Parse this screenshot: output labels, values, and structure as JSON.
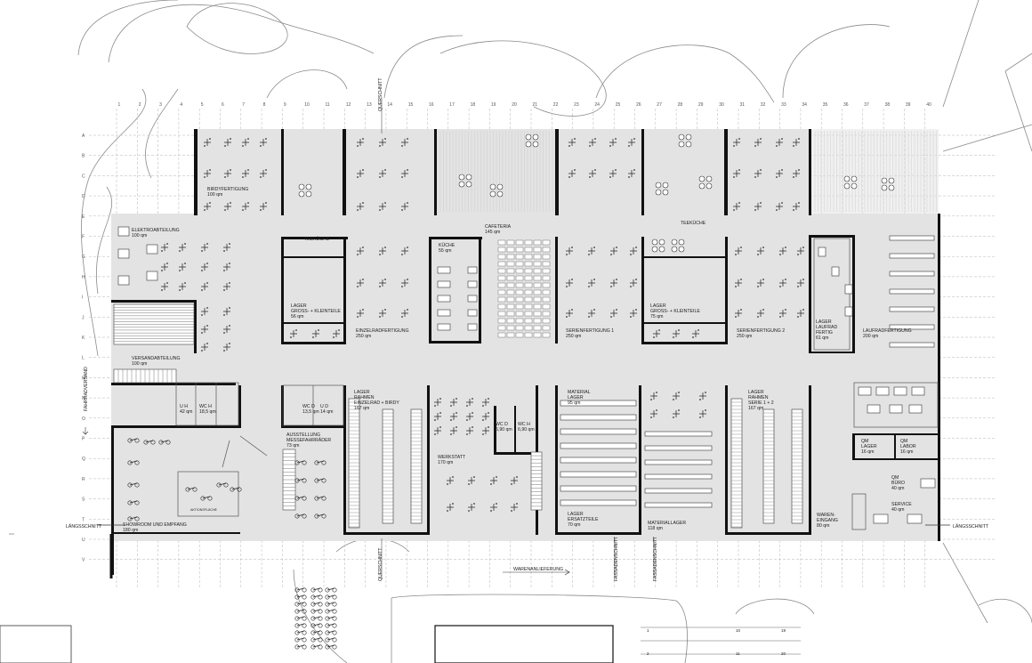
{
  "axes": {
    "columns": [
      "1",
      "2",
      "3",
      "4",
      "5",
      "6",
      "7",
      "8",
      "9",
      "10",
      "11",
      "12",
      "13",
      "14",
      "15",
      "16",
      "17",
      "18",
      "19",
      "20",
      "21",
      "22",
      "23",
      "24",
      "25",
      "26",
      "27",
      "28",
      "29",
      "30",
      "31",
      "32",
      "33",
      "34",
      "35",
      "36",
      "37",
      "38",
      "39",
      "40"
    ],
    "rows": [
      "A",
      "B",
      "C",
      "D",
      "E",
      "F",
      "G",
      "H",
      "I",
      "J",
      "K",
      "L",
      "M",
      "N",
      "O",
      "P",
      "Q",
      "R",
      "S",
      "T",
      "U",
      "V"
    ]
  },
  "rooms": {
    "birdy": {
      "name": "BIRDYFERTIGUNG",
      "area": "100 qm"
    },
    "elektro": {
      "name": "ELEKTROABTEILUNG",
      "area": "100 qm"
    },
    "teekueche1": {
      "name": "TEEKÜCHE"
    },
    "lager1": {
      "name": "LAGER",
      "name2": "GROSS- + KLEINTEILE",
      "area": "56 qm"
    },
    "einzel": {
      "name": "EINZELRADFERTIGUNG",
      "area": "250 qm"
    },
    "cafeteria": {
      "name": "CAFETERIA",
      "area": "145 qm"
    },
    "kueche": {
      "name": "KÜCHE",
      "area": "55 qm"
    },
    "serie1": {
      "name": "SERIENFERTIGUNG 1",
      "area": "250 qm"
    },
    "teekueche2": {
      "name": "TEEKÜCHE"
    },
    "lager2": {
      "name": "LAGER",
      "name2": "GROSS- + KLEINTEILE",
      "area": "75 qm"
    },
    "serie2": {
      "name": "SERIENFERTIGUNG 2",
      "area": "250 qm"
    },
    "laufradlager": {
      "name": "LAGER",
      "name2": "LAUFRAD",
      "name3": "FERTIG",
      "area": "61 qm"
    },
    "laufrad": {
      "name": "LAUFRADFERTIGUNG",
      "area": "200 qm"
    },
    "versand": {
      "name": "VERSANDABTEILUNG",
      "area": "100 qm"
    },
    "wc1": {
      "name": "WC H",
      "area": "18,5 qm",
      "u": "U H",
      "u_area": "42 qm"
    },
    "wc2": {
      "name": "WC D",
      "area": "13,5 qm",
      "u": "U D",
      "u_area": "14 qm"
    },
    "ausstellung": {
      "name": "AUSSTELLUNG",
      "name2": "MESSEFAHRRÄDER",
      "area": "73 qm"
    },
    "rahmenlager1": {
      "name": "LAGER",
      "name2": "RAHMEN",
      "name3": "EINZELRAD + BIRDY",
      "area": "167 qm"
    },
    "werkstatt": {
      "name": "WERKSTATT",
      "area": "170 qm"
    },
    "wc3": {
      "name": "WC D",
      "area": "6,90 qm"
    },
    "wc4": {
      "name": "WC H",
      "area": "6,90 qm"
    },
    "matlager": {
      "name": "MATERIAL",
      "name2": "LAGER",
      "area": "95 qm"
    },
    "ersatz": {
      "name": "LAGER",
      "name2": "ERSATZTEILE",
      "area": "70 qm"
    },
    "materiallager": {
      "name": "MATERIALLAGER",
      "area": "118 qm"
    },
    "rahmenlager2": {
      "name": "LAGER",
      "name2": "RAHMEN",
      "name3": "SERIE 1 + 2",
      "area": "167 qm"
    },
    "qmlager": {
      "name": "QM",
      "name2": "LAGER",
      "area": "16 qm"
    },
    "qmlabor": {
      "name": "QM",
      "name2": "LABOR",
      "area": "16 qm"
    },
    "qmbuero": {
      "name": "QM",
      "name2": "BÜRO",
      "area": "40 qm"
    },
    "service": {
      "name": "SERVICE",
      "area": "40 qm"
    },
    "wareneingang": {
      "name": "WAREN-",
      "name2": "EINGANG",
      "area": "80 qm"
    },
    "showroom": {
      "name": "SHOWROOM UND EMPFANG",
      "area": "180 qm"
    },
    "aktion": {
      "name": "AKTIONSFLÄCHE"
    }
  },
  "sections": {
    "laengs_left": "LÄNGSSCHNITT",
    "laengs_right": "LÄNGSSCHNITT",
    "quer_top": "QUERSCHNITT",
    "quer_bottom": "QUERSCHNITT",
    "fassade1": "FASSADENSCHNITT",
    "fassade2": "FASSADENSCHNITT",
    "fahrradversand": "FAHRRADVERSAND",
    "warenanlieferung": "WARENANLIEFERUNG"
  },
  "parking": {
    "numbers": [
      "1",
      "2",
      "10",
      "11",
      "19",
      "20"
    ]
  },
  "colors": {
    "floor": "#e3e3e3",
    "wall": "#111111",
    "grid": "#b5b5b5"
  }
}
